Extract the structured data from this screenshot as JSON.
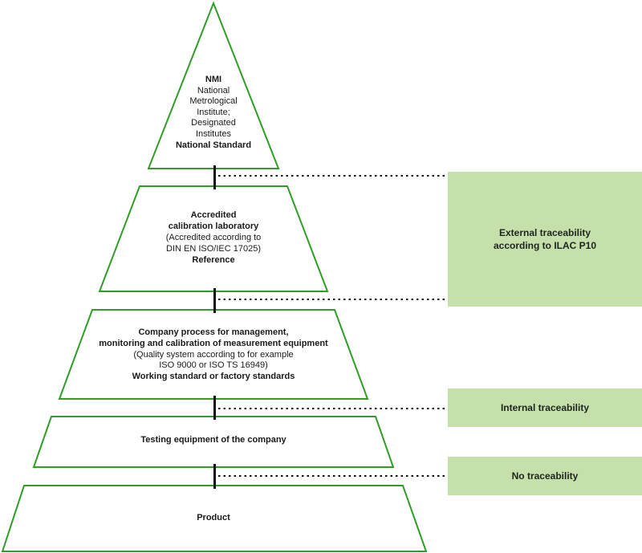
{
  "colors": {
    "pyramid_outline": "#2f9e25",
    "callout_fill": "#c6e0ac",
    "connector_line": "#111111",
    "text": "#1a1a1a"
  },
  "pyramid": {
    "level1": {
      "lines": [
        "NMI",
        "National",
        "Metrological",
        "Institute;",
        "Designated",
        "Institutes",
        "National Standard"
      ]
    },
    "level2": {
      "lines": [
        "Accredited",
        "calibration laboratory",
        "(Accredited according to",
        "DIN EN ISO/IEC 17025)",
        "Reference"
      ]
    },
    "level3": {
      "lines": [
        "Company process for management,",
        "monitoring and calibration of measurement equipment",
        "(Quality system according to for example",
        "ISO 9000 or ISO TS 16949)",
        "Working standard or factory standards"
      ]
    },
    "level4": {
      "lines": [
        "Testing equipment of the company"
      ]
    },
    "level5": {
      "lines": [
        "Product"
      ]
    }
  },
  "callouts": {
    "external": {
      "line1": "External traceability",
      "line2": "according to ILAC P10"
    },
    "internal": {
      "label": "Internal traceability"
    },
    "none": {
      "label": "No traceability"
    }
  }
}
